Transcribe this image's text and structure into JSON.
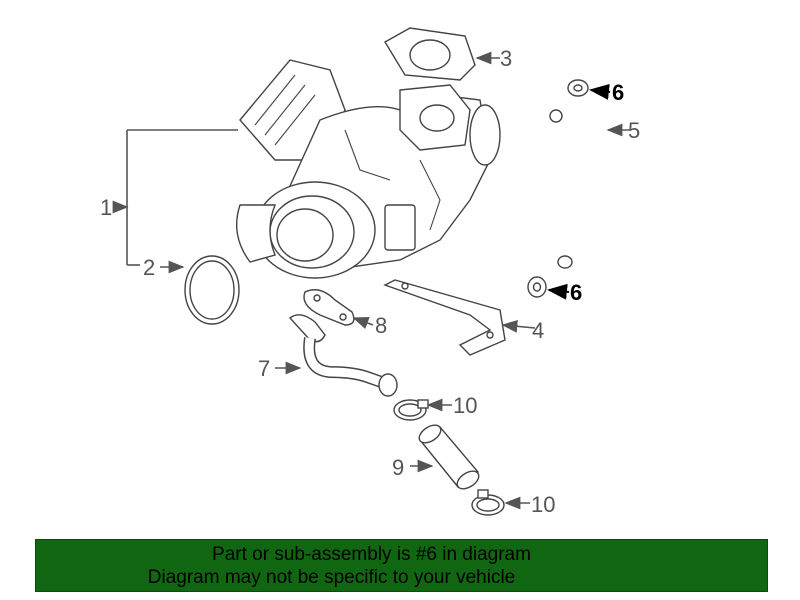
{
  "callouts": {
    "c1": "1",
    "c2": "2",
    "c3": "3",
    "c4": "4",
    "c5": "5",
    "c6a": "6",
    "c6b": "6",
    "c7": "7",
    "c8": "8",
    "c9": "9",
    "c10a": "10",
    "c10b": "10"
  },
  "highlighted_part": "6",
  "banner": {
    "line1": "Part or sub-assembly is #6 in diagram",
    "line2": "Diagram may not be specific to your vehicle",
    "background": "#116611"
  }
}
